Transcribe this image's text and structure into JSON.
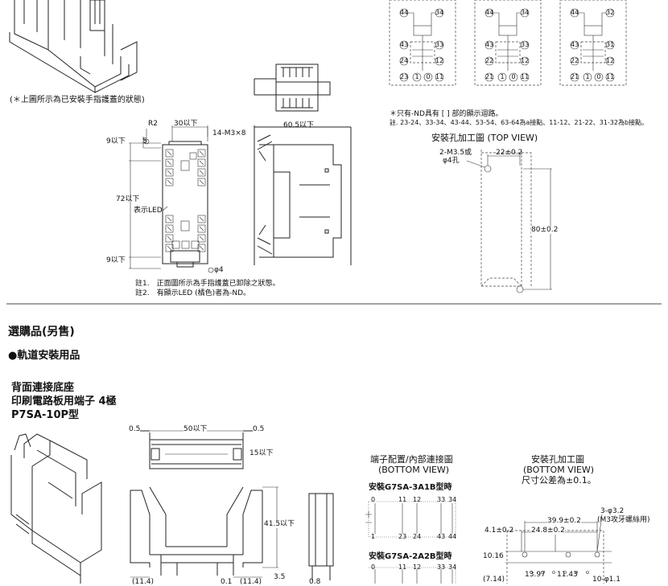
{
  "top": {
    "caption_finger_cover": "(＊上圖所示為已安裝手指護蓋的狀態)",
    "dim_R2": "R2",
    "dim_30": "30以下",
    "dim_14m3": "14-M3×8",
    "dim_605": "60.5以下",
    "dim_9a": "9以下",
    "dim_5": "5",
    "dim_72": "72以下",
    "label_led": "表示LED",
    "dim_9b": "9以下",
    "dim_phi4": "φ4",
    "note1": "註1.　正面圖所示為手指護蓋已卸除之狀態。",
    "note2": "註2.　有顯示LED (橘色)者為-ND。",
    "note_nd": "＊只有-ND具有 [    ] 部的顯示迴路。",
    "note_contacts": "註. 23-24、33-34、43-44、53-54、63-64為a接點、11-12、21-22、31-32為b接點。",
    "mount_title": "安裝孔加工圖 (TOP VIEW)",
    "mount_m35": "2-M3.5或",
    "mount_phi4": "φ4孔",
    "mount_22": "22±0.2",
    "mount_80": "80±0.2",
    "terminals": [
      {
        "t1": "44",
        "t2": "34",
        "m1": "43",
        "m2": "33",
        "l1": "24",
        "l2": "12",
        "b": [
          "23",
          "1",
          "0",
          "11"
        ]
      },
      {
        "t1": "44",
        "t2": "34",
        "m1": "43",
        "m2": "33",
        "l1": "22",
        "l2": "12",
        "b": [
          "21",
          "1",
          "0",
          "11"
        ]
      },
      {
        "t1": "44",
        "t2": "32",
        "m1": "43",
        "m2": "31",
        "l1": "22",
        "l2": "12",
        "b": [
          "21",
          "1",
          "0",
          "11"
        ]
      }
    ]
  },
  "section": {
    "title": "選購品(另售)",
    "subtitle": "●軌道安裝用品"
  },
  "product": {
    "line1": "背面連接底座",
    "line2": "印刷電路板用端子 4極",
    "line3": "P7SA-10P型"
  },
  "drawing2": {
    "dim_05a": "0.5",
    "dim_50": "50以下",
    "dim_05b": "0.5",
    "dim_15": "15以下",
    "dim_415": "41.5以下",
    "dim_35": "3.5",
    "dim_114a": "(11.4)",
    "dim_01": "0.1",
    "dim_114b": "(11.4)",
    "dim_08": "0.8"
  },
  "wiring": {
    "title1": "端子配置/內部連接圖",
    "title2": "(BOTTOM VIEW)",
    "sub1": "安裝G7SA-3A1B型時",
    "sub2": "安裝G7SA-2A2B型時",
    "row1_top": [
      "0",
      "11",
      "12",
      "33",
      "34"
    ],
    "row1_bot": [
      "1",
      "23",
      "24",
      "43",
      "44"
    ],
    "row2_top": [
      "0",
      "11",
      "12",
      "33",
      "34"
    ]
  },
  "mount2": {
    "title1": "安裝孔加工圖",
    "title2": "(BOTTOM VIEW)",
    "title3": "尺寸公差為±0.1。",
    "phi32": "3-φ3.2",
    "m3": "(M3攻牙螺絲用)",
    "d399": "39.9±0.2",
    "d248": "24.8±0.2",
    "d41": "4.1±0.2",
    "d1016": "10.16",
    "d714": "(7.14)",
    "d1397": "13.97",
    "d1143": "11.43",
    "d10phi": "10-φ1.1"
  }
}
